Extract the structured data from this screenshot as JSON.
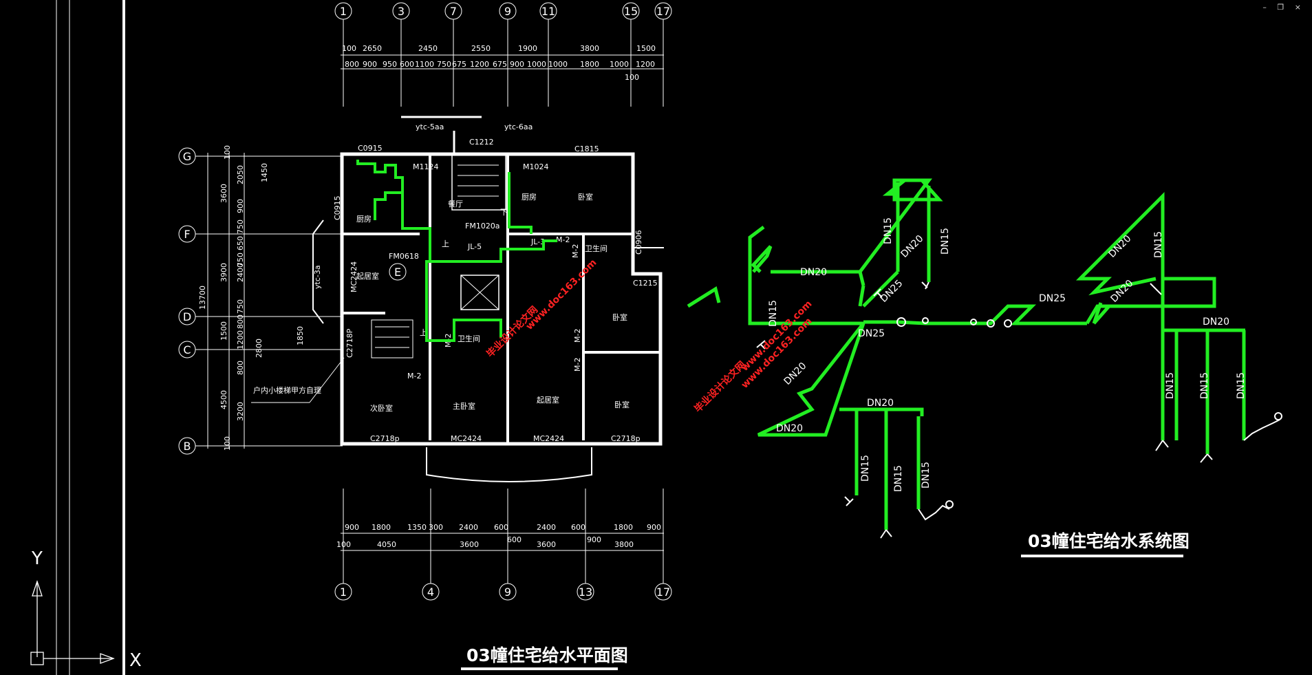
{
  "window_controls": {
    "minimize": "–",
    "restore": "❐",
    "close": "×"
  },
  "titles": {
    "plan": "03幢住宅给水平面图",
    "system": "03幢住宅给水系统图"
  },
  "ucs": {
    "x": "X",
    "y": "Y"
  },
  "axes": {
    "top": [
      "1",
      "3",
      "7",
      "9",
      "11",
      "15",
      "17"
    ],
    "bottom": [
      "1",
      "4",
      "9",
      "13",
      "17"
    ],
    "left": [
      "G",
      "F",
      "E",
      "D",
      "C",
      "B"
    ]
  },
  "top_dims": {
    "row1": [
      "100",
      "2650",
      "2450",
      "2550",
      "1900",
      "3800",
      "1500"
    ],
    "row2": [
      "800",
      "900",
      "950",
      "600",
      "1100",
      "750",
      "675",
      "1200",
      "675",
      "900",
      "1000",
      "1000",
      "1800",
      "1000",
      "1200"
    ],
    "row3": "100"
  },
  "bottom_dims": {
    "row1": [
      "900",
      "1800",
      "1350",
      "300",
      "2400",
      "600",
      "2400",
      "600",
      "1800",
      "900"
    ],
    "row2": [
      "100",
      "4050",
      "3600",
      "600",
      "3600",
      "900",
      "3800"
    ]
  },
  "left_dims": {
    "outer": "13700",
    "mid": [
      "3600",
      "3900",
      "1500",
      "4500"
    ],
    "inner": [
      "100",
      "2050",
      "900",
      "750",
      "650",
      "750",
      "2400",
      "750",
      "800",
      "1200",
      "800",
      "3200",
      "100"
    ],
    "extra": [
      "1450",
      "1850",
      "2800"
    ]
  },
  "rooms": {
    "dining": "餐厅",
    "kitchen1": "厨房",
    "kitchen2": "厨房",
    "bed1": "卧室",
    "bed2": "卧室",
    "bed3": "卧室",
    "living1": "起居室",
    "living2": "起居室",
    "sec_bed": "次卧室",
    "master_bed": "主卧室",
    "toilet1": "卫生间",
    "toilet2": "卫生间",
    "stair_note": "户内小楼梯甲方自理"
  },
  "codes": {
    "c0915a": "C0915",
    "c0915b": "C0915",
    "c1212": "C1212",
    "c1815": "C1815",
    "m1124": "M1124",
    "m1024": "M1024",
    "fm1020": "FM1020a",
    "fm0618": "FM0618",
    "mc2424a": "MC2424",
    "mc2424b": "MC2424",
    "mc2424c": "MC2424",
    "c2718a": "C2718p",
    "c2718b": "C2718p",
    "c2718c": "C2718P",
    "c0906": "C0906",
    "c1215": "C1215",
    "jl5": "JL-5",
    "jl3": "JL-3",
    "m2a": "M-2",
    "m2b": "M-2",
    "m2c": "M-2",
    "m2d": "M-2",
    "m2e": "M-2",
    "m2f": "M-2",
    "ytc5": "ytc-5aa",
    "ytc6": "ytc-6aa",
    "ytc3": "ytc-3a",
    "up1": "上",
    "up2": "上",
    "down1": "下"
  },
  "pipe_labels": [
    "DN20",
    "DN15",
    "DN20",
    "DN15",
    "DN25",
    "DN15",
    "DN25",
    "DN20",
    "DN20",
    "DN20",
    "DN25",
    "DN20",
    "DN15",
    "DN20",
    "DN15",
    "DN15",
    "DN15",
    "DN20",
    "DN15",
    "DN15",
    "DN15"
  ],
  "watermarks": [
    "www.doc163.com",
    "毕业设计论文网",
    "www.doc163.com",
    "毕业设计论文网",
    "www.doc163.com"
  ],
  "colors": {
    "pipe": "#22ee22",
    "line": "#ffffff",
    "watermark": "#ff2222",
    "background": "#000000"
  }
}
